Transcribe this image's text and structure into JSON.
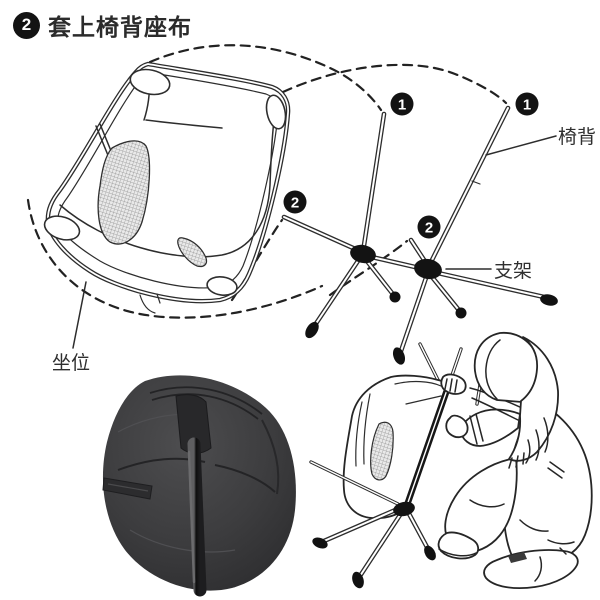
{
  "step": {
    "number": "2",
    "title": "套上椅背座布"
  },
  "labels": {
    "chair_back": "椅背",
    "bracket": "支架",
    "seat": "坐位"
  },
  "markers": {
    "back_pole": "1",
    "side_pole": "2"
  },
  "colors": {
    "ink": "#2d2d2d",
    "badge_bg": "#131313",
    "badge_text": "#ffffff",
    "fabric_photo": "#3d3d3f",
    "pole_photo": "#0f0f0f",
    "background": "#ffffff"
  }
}
